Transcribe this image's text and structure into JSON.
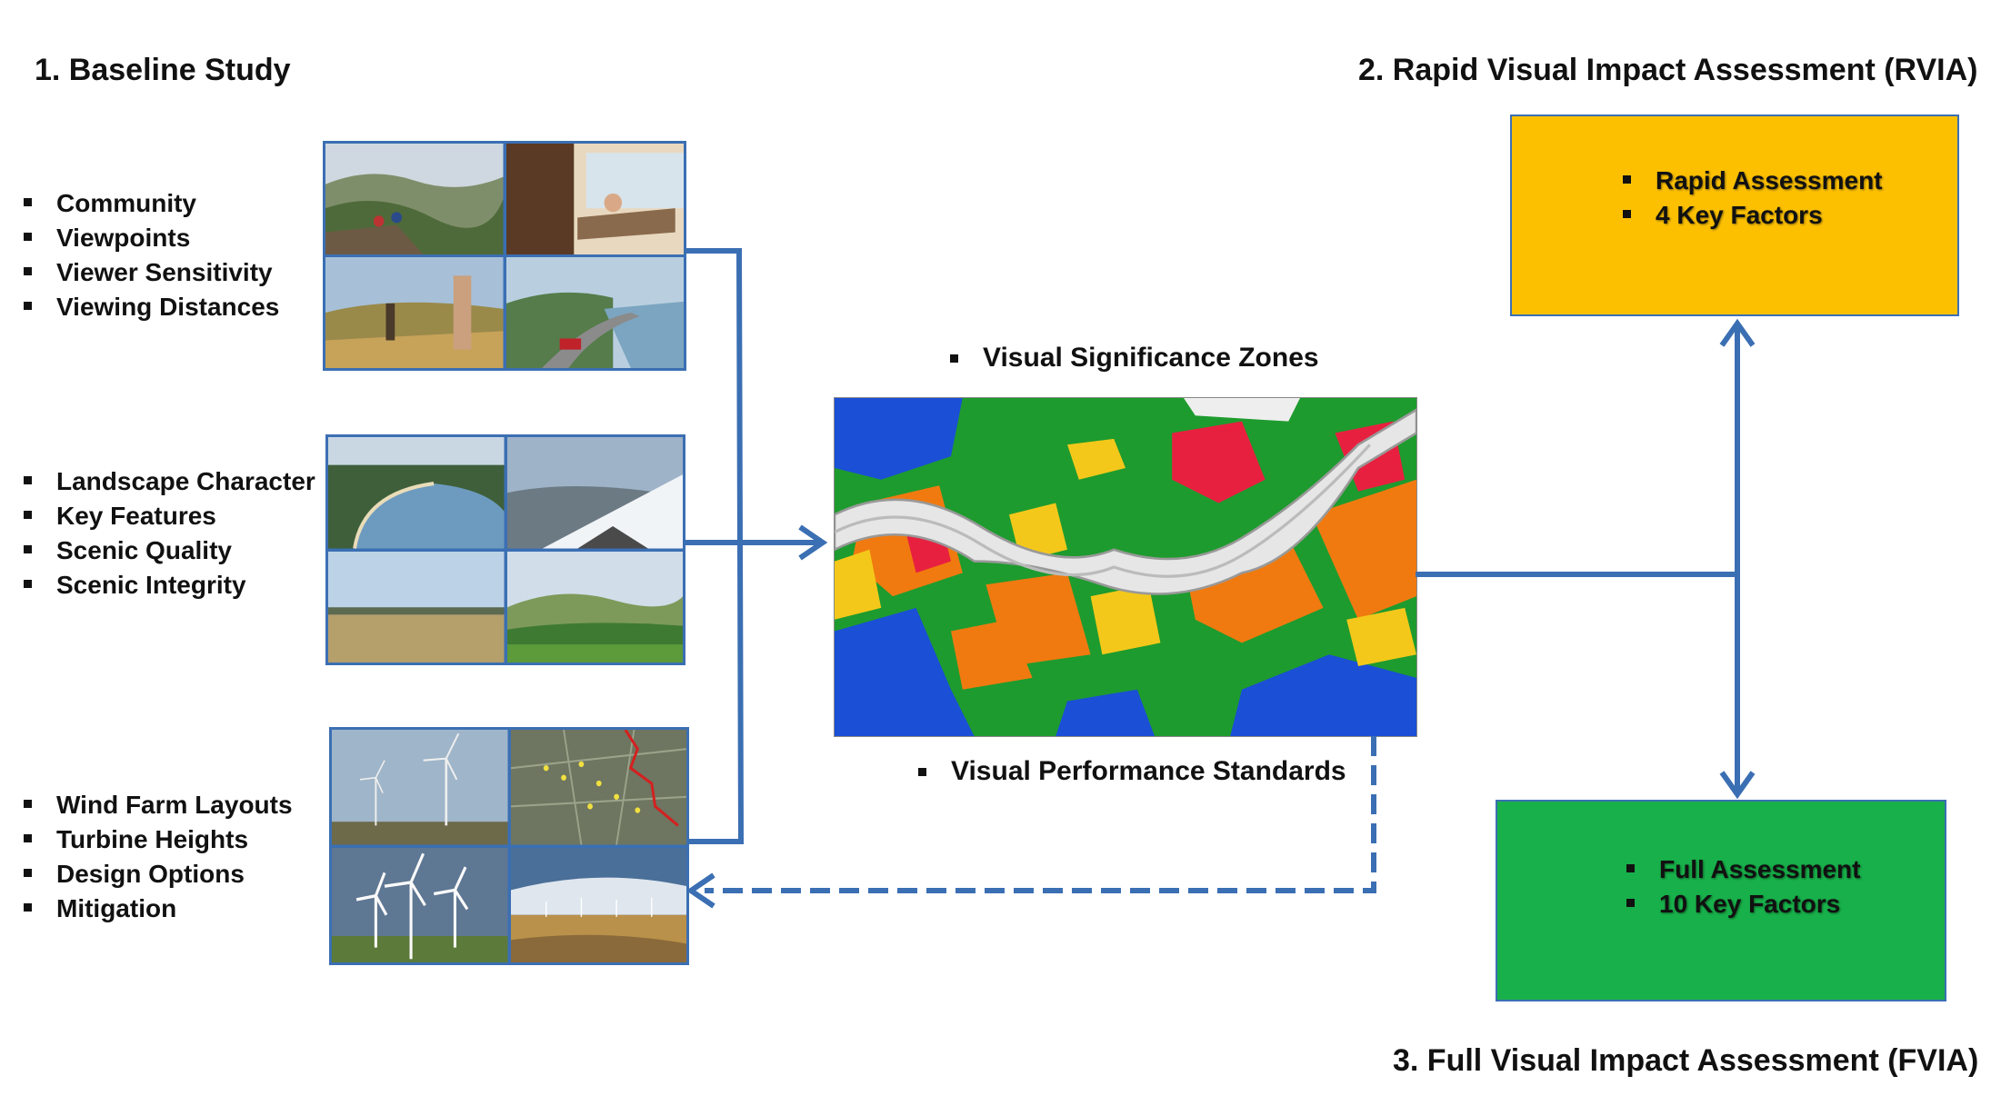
{
  "titles": {
    "baseline": "1.   Baseline Study",
    "rvia": "2. Rapid Visual Impact Assessment (RVIA)",
    "fvia": "3. Full Visual Impact Assessment (FVIA)"
  },
  "baseline_groups": [
    {
      "items": [
        "Community",
        "Viewpoints",
        "Viewer Sensitivity",
        "Viewing Distances"
      ]
    },
    {
      "items": [
        "Landscape Character",
        "Key Features",
        "Scenic Quality",
        "Scenic Integrity"
      ]
    },
    {
      "items": [
        "Wind Farm Layouts",
        "Turbine Heights",
        "Design Options",
        "Mitigation"
      ]
    }
  ],
  "map_labels": {
    "top": "Visual Significance Zones",
    "bottom": "Visual Performance Standards"
  },
  "rvia_box": {
    "items": [
      "Rapid Assessment",
      "4 Key Factors"
    ],
    "color": "#fcc000"
  },
  "fvia_box": {
    "items": [
      "Full Assessment",
      "10 Key Factors"
    ],
    "color": "#18b04a"
  },
  "colors": {
    "arrow": "#3b6fb3",
    "border": "#3b6fb3"
  }
}
